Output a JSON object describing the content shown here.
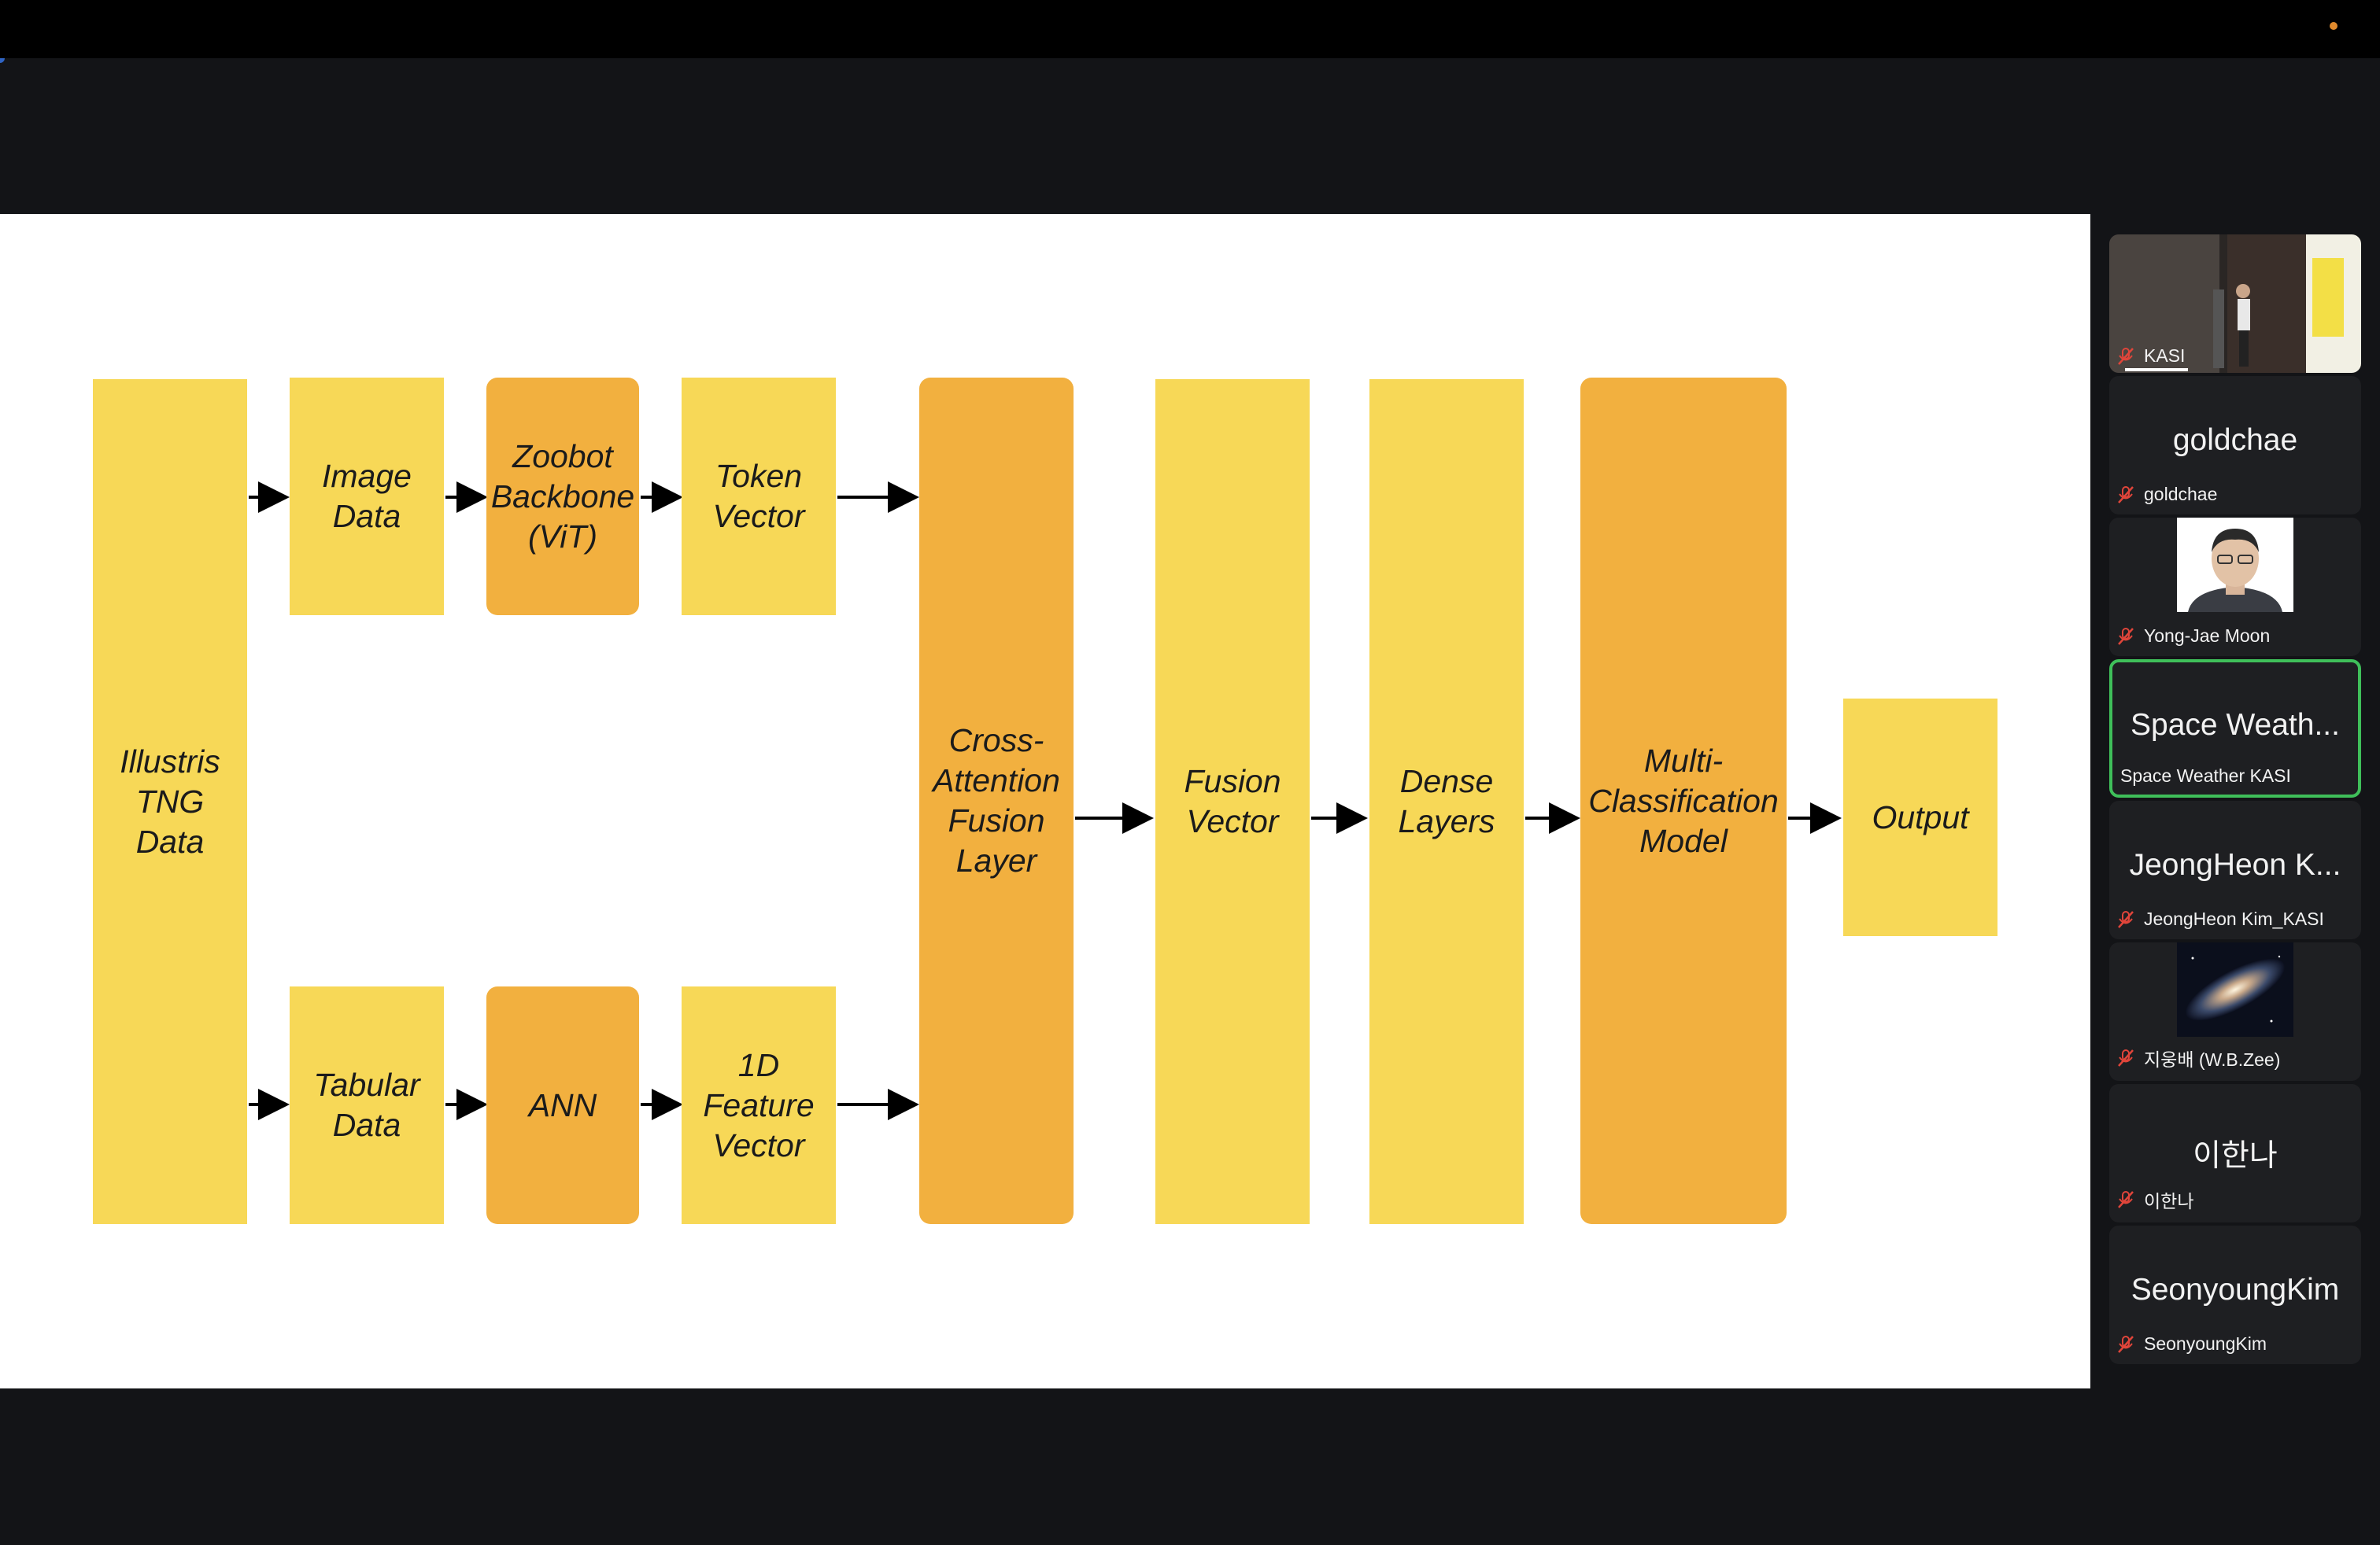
{
  "slide": {
    "nodes": {
      "illustris": "Illustris\nTNG\nData",
      "image_data": "Image\nData",
      "zoobot": "Zoobot\nBackbone\n(ViT)",
      "token_vector": "Token\nVector",
      "tabular_data": "Tabular\nData",
      "ann": "ANN",
      "feature_vector": "1D\nFeature\nVector",
      "cross_attention": "Cross-\nAttention\nFusion\nLayer",
      "fusion_vector": "Fusion\nVector",
      "dense_layers": "Dense\nLayers",
      "multi_classification": "Multi-\nClassification\nModel",
      "output": "Output"
    },
    "colors": {
      "light": "#f7d857",
      "dark": "#f2b03f"
    }
  },
  "participants": [
    {
      "name": "KASI",
      "display": "",
      "muted": true,
      "video": true
    },
    {
      "name": "goldchae",
      "display": "goldchae",
      "muted": true,
      "video": false
    },
    {
      "name": "Yong-Jae Moon",
      "display": "",
      "muted": true,
      "video": true
    },
    {
      "name": "Space Weather KASI",
      "display": "Space Weath...",
      "muted": false,
      "video": false,
      "active": true
    },
    {
      "name": "JeongHeon Kim_KASI",
      "display": "JeongHeon K...",
      "muted": true,
      "video": false
    },
    {
      "name": "지웅배 (W.B.Zee)",
      "display": "",
      "muted": true,
      "video": true
    },
    {
      "name": "이한나",
      "display": "이한나",
      "muted": true,
      "video": false
    },
    {
      "name": "SeonyoungKim",
      "display": "SeonyoungKim",
      "muted": true,
      "video": false
    }
  ]
}
